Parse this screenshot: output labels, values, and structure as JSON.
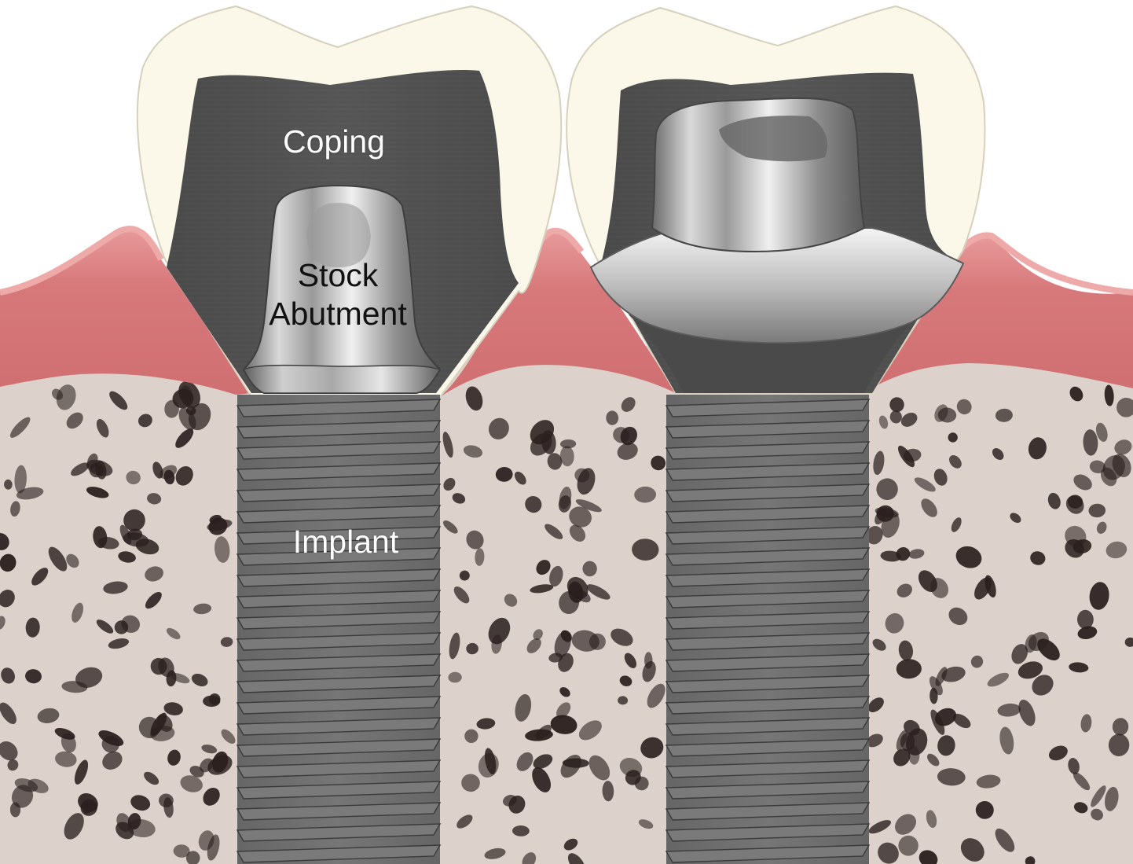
{
  "labels": {
    "coping": "Coping",
    "abutment_line1": "Stock",
    "abutment_line2": "Abutment",
    "implant": "Implant"
  },
  "colors": {
    "bone": "#ddd2cb",
    "bone_pore": "#2a1f1e",
    "gum": "#d7787a",
    "gum_light": "#eda9a6",
    "crown": "#fbf8ea",
    "crown_outline": "#cfcab8",
    "coping": "#515151",
    "implant": "#6f6f6f",
    "implant_line": "#3a3a3a",
    "metal_light": "#e8e8e8",
    "metal_dark": "#4a4a4a",
    "text_light": "#ffffff",
    "text_dark": "#111111"
  }
}
